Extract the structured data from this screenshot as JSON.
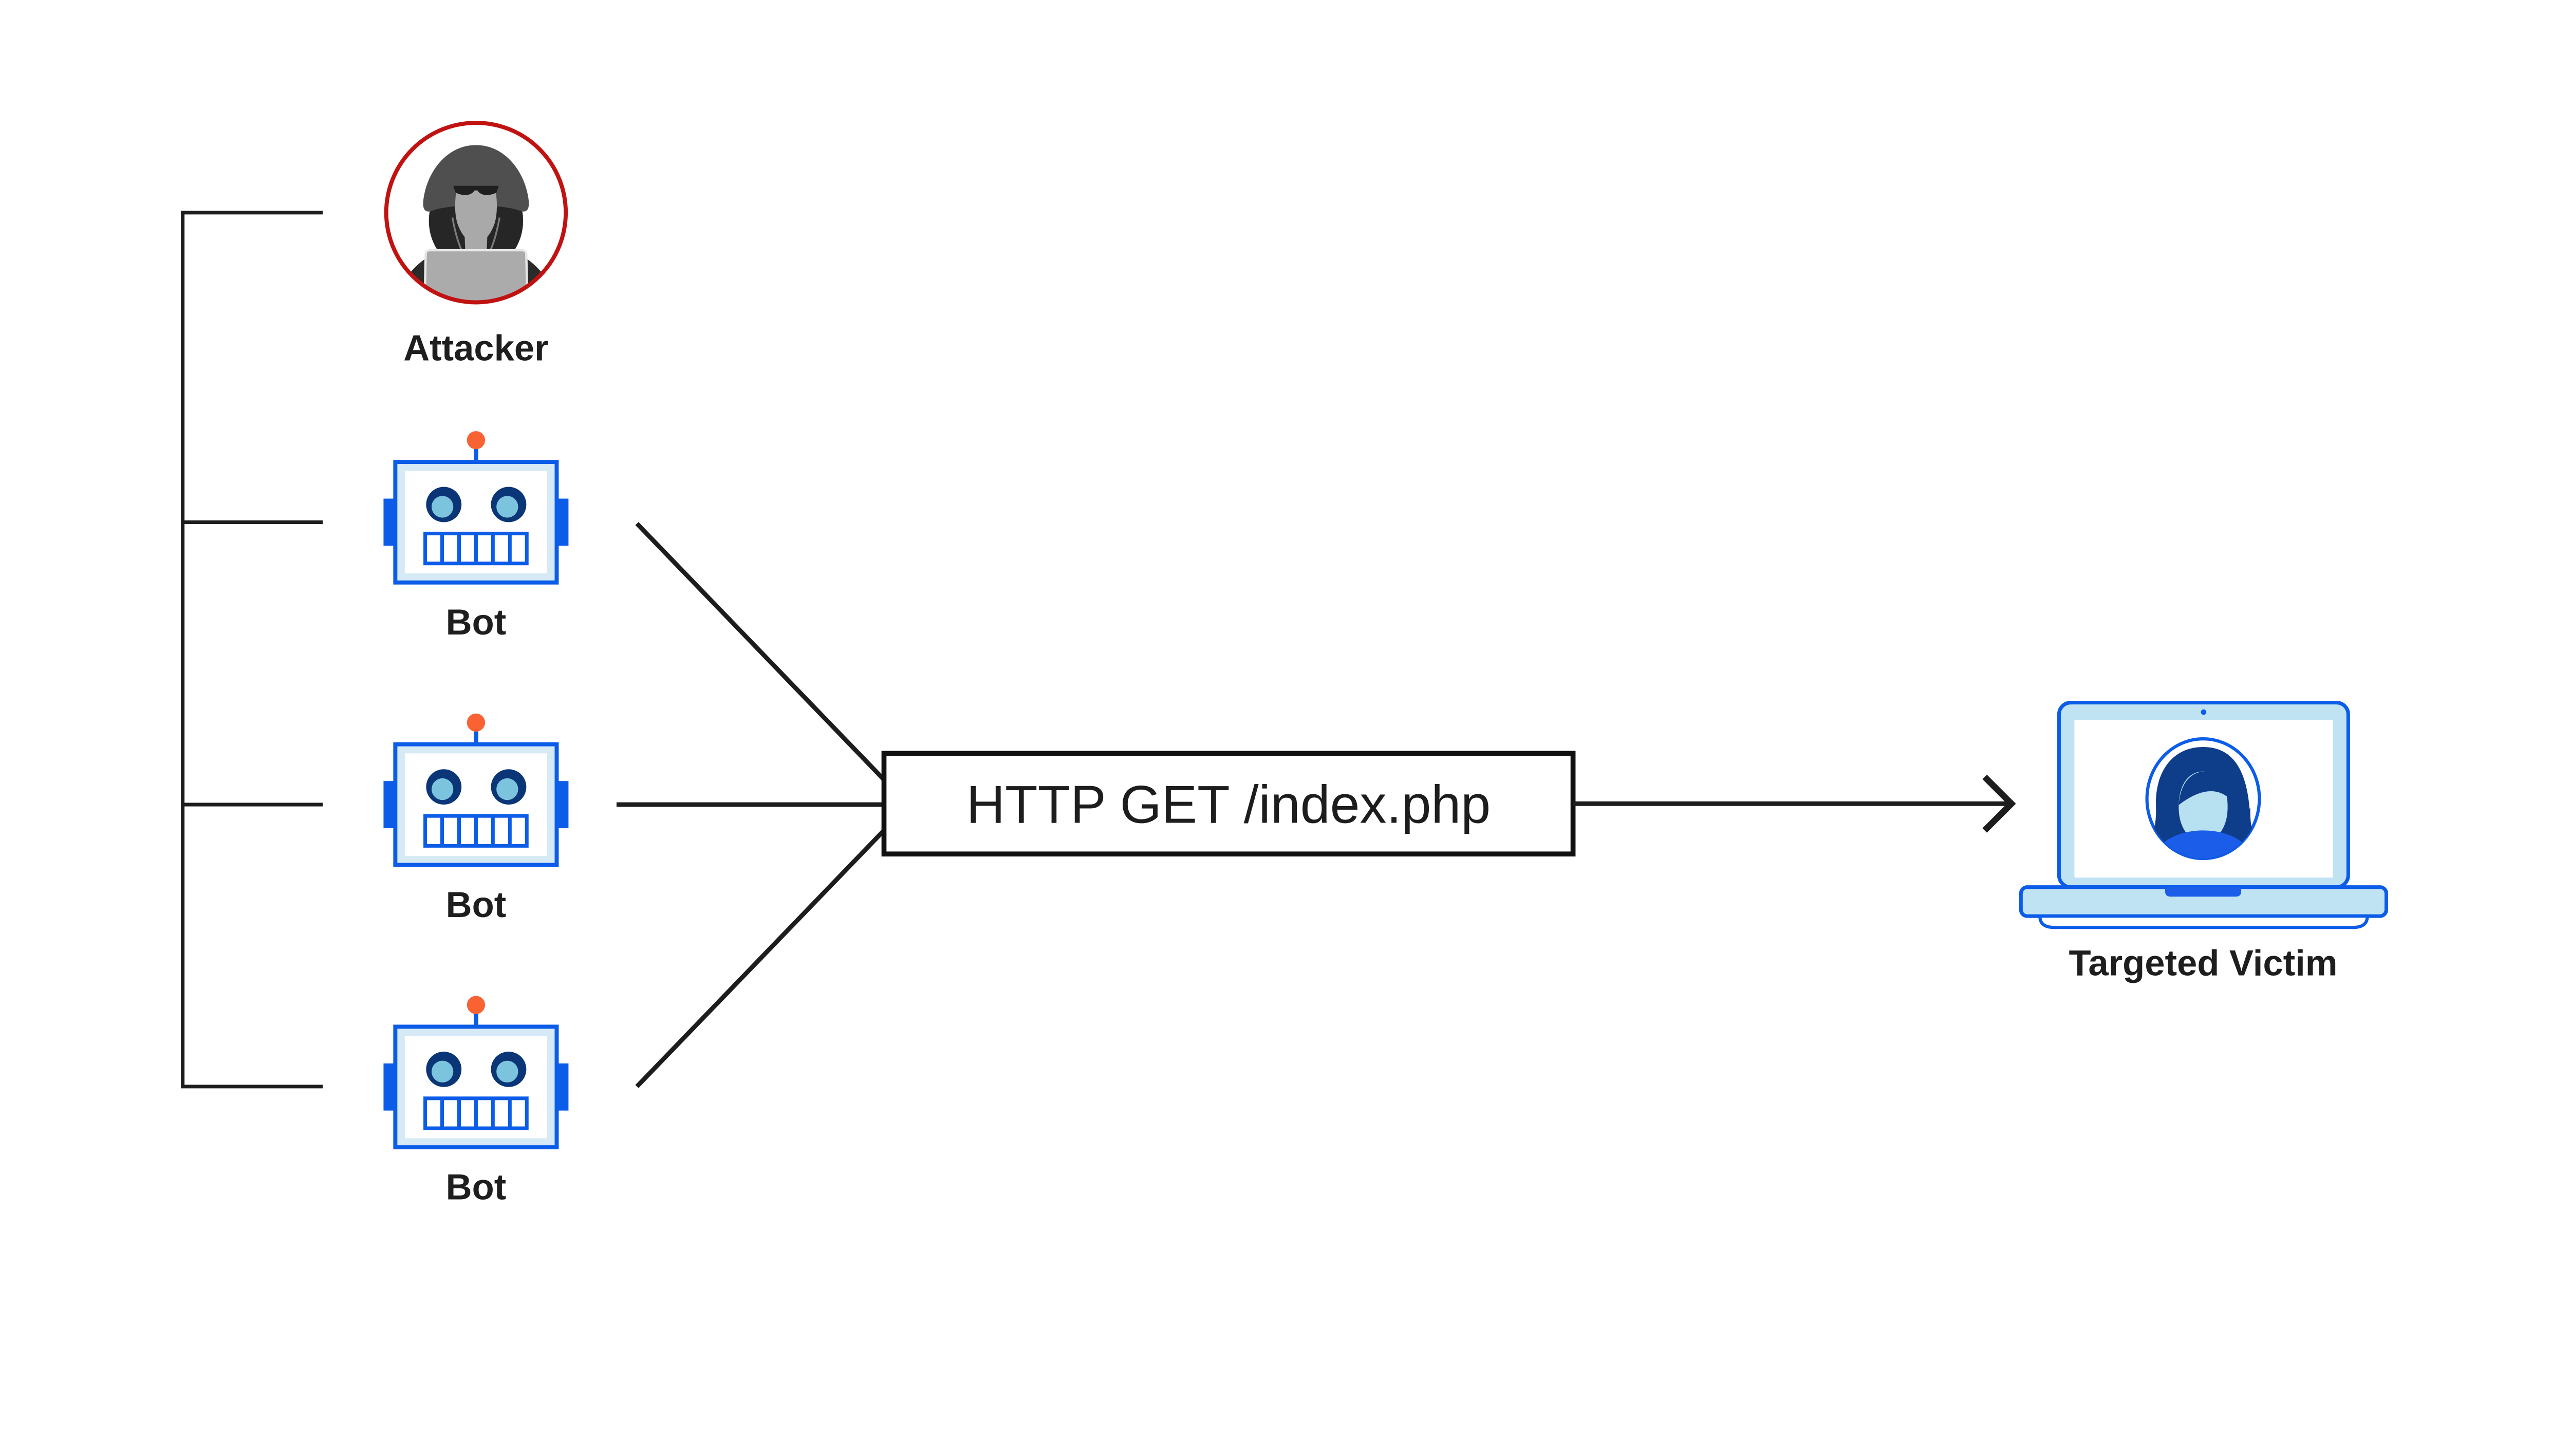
{
  "diagram": {
    "kind": "ddos-botnet-http-flood",
    "attacker": {
      "label": "Attacker"
    },
    "bots": [
      {
        "label": "Bot"
      },
      {
        "label": "Bot"
      },
      {
        "label": "Bot"
      }
    ],
    "request": {
      "label": "HTTP GET /index.php"
    },
    "victim": {
      "label": "Targeted Victim"
    },
    "colors": {
      "line_black": "#1d1d1d",
      "attacker_ring_red": "#c11212",
      "primary_blue_stroke": "#0b5ce8",
      "bot_head_light_blue": "#d6eaf5",
      "laptop_light_blue": "#bfe3f2",
      "eye_navy": "#0a3577",
      "eye_inner_blue": "#7cc3de",
      "antenna_orange": "#f96232",
      "hair_navy": "#0e3e8a",
      "avatar_face_blue": "#b7e0f1",
      "shirt_blue": "#1b5ce8",
      "label_text": "#1e1e1e"
    }
  }
}
